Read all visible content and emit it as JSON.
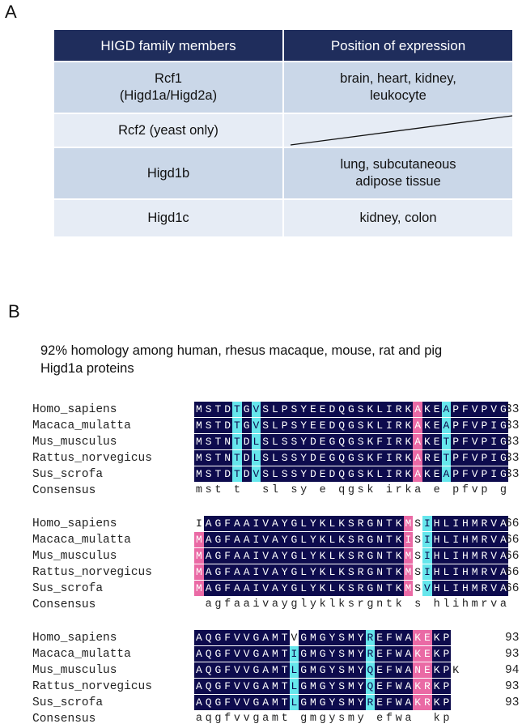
{
  "panel_a_label": "A",
  "panel_b_label": "B",
  "table": {
    "headers": [
      "HIGD family members",
      "Position of expression"
    ],
    "rows": [
      {
        "member": [
          "Rcf1",
          "(Higd1a/Higd2a)"
        ],
        "expression": [
          "brain, heart, kidney,",
          "leukocyte"
        ]
      },
      {
        "member": [
          "Rcf2 (yeast only)"
        ],
        "expression": []
      },
      {
        "member": [
          "Higd1b"
        ],
        "expression": [
          "lung, subcutaneous",
          "adipose tissue"
        ]
      },
      {
        "member": [
          "Higd1c"
        ],
        "expression": [
          "kidney, colon"
        ]
      }
    ]
  },
  "homology_text": "92% homology among human, rhesus macaque, mouse, rat and pig Higd1a proteins",
  "alignment": {
    "blocks": [
      {
        "rows": [
          {
            "name": "Homo_sapiens",
            "seq": "MSTDTGVSLPSYEEDQGSKLIRKAKEAPFVPVG",
            "end": "33"
          },
          {
            "name": "Macaca_mulatta",
            "seq": "MSTDTGVSLPSYEEDQGSKLIRKAKEAPFVPIG",
            "end": "33"
          },
          {
            "name": "Mus_musculus",
            "seq": "MSTNTDLSLSSYDEGQGSKFIRKAKETPFVPIG",
            "end": "33"
          },
          {
            "name": "Rattus_norvegicus",
            "seq": "MSTNTDLSLSSYDEGQGSKFIRKARETPFVPIG",
            "end": "33"
          },
          {
            "name": "Sus_scrofa",
            "seq": "MSTDTDVSLSSYDEDQGSKLIRKAKEAPFVPIG",
            "end": "33"
          }
        ],
        "consensus": {
          "name": "Consensus",
          "seq": "mst t  sl sy e qgsk irka e pfvp g"
        }
      },
      {
        "rows": [
          {
            "name": "Homo_sapiens",
            "seq": "IAGFAAIVAYGLYKLKSRGNTKMSIHLIHMRVA",
            "end": "66"
          },
          {
            "name": "Macaca_mulatta",
            "seq": "MAGFAAIVAYGLYKLKSRGNTKISIHLIHMRVA",
            "end": "66"
          },
          {
            "name": "Mus_musculus",
            "seq": "MAGFAAIVAYGLYKLKSRGNTKMSIHLIHMRVA",
            "end": "66"
          },
          {
            "name": "Rattus_norvegicus",
            "seq": "MAGFAAIVAYGLYKLKSRGNTKMSIHLIHMRVA",
            "end": "66"
          },
          {
            "name": "Sus_scrofa",
            "seq": "MAGFAAIVAYGLYKLKSRGNTKMSVHLIHMRVA",
            "end": "66"
          }
        ],
        "consensus": {
          "name": "Consensus",
          "seq": " agfaaivayglyklksrgntk s hlihmrva"
        }
      },
      {
        "rows": [
          {
            "name": "Homo_sapiens",
            "seq": "AQGFVVGAMTVGMGYSMYREFWAKEKP",
            "end": "93"
          },
          {
            "name": "Macaca_mulatta",
            "seq": "AQGFVVGAMTIGMGYSMYREFWAKEKP",
            "end": "93"
          },
          {
            "name": "Mus_musculus",
            "seq": "AQGFVVGAMTLGMGYSMYQEFWANEKPK",
            "end": "94"
          },
          {
            "name": "Rattus_norvegicus",
            "seq": "AQGFVVGAMTLGMGYSMYQEFWAKRKP",
            "end": "93"
          },
          {
            "name": "Sus_scrofa",
            "seq": "AQGFVVGAMTLGMGYSMYREFWAKRKP",
            "end": "93"
          }
        ],
        "consensus": {
          "name": "Consensus",
          "seq": "aqgfvvgamt gmgysmy efwa  kp"
        }
      }
    ],
    "colors": {
      "identical": "#0d0b4d",
      "similar": "#66e6ec",
      "partial": "#ea6aa5"
    },
    "shading": [
      [
        "kkkkckckkkkkkkkkkkkkkkkpkkckkkkkk",
        "kkkkckckkkkkkkkkkkkkkkkpkkckkkkkk",
        "kkkkckckkkkkkkkkkkkkkkkpkkckkkkkk",
        "kkkkckckkkkkkkkkkkkkkkkpkkckkkkkk",
        "kkkkckckkkkkkkkkkkkkkkkpkkckkkkkk"
      ],
      [
        "wkkkkkkkkkkkkkkkkkkkkkpwckkkkkkkk",
        "pkkkkkkkkkkkkkkkkkkkkkpwckkkkkkkk",
        "pkkkkkkkkkkkkkkkkkkkkkpwckkkkkkkk",
        "pkkkkkkkkkkkkkkkkkkkkkpwckkkkkkkk",
        "pkkkkkkkkkkkkkkkkkkkkkpwckkkkkkkk"
      ],
      [
        "kkkkkkkkkkwkkkkkkkckkkkppkk",
        "kkkkkkkkkkckkkkkkkckkkkppkk",
        "kkkkkkkkkkckkkkkkkckkkkppkkw",
        "kkkkkkkkkkckkkkkkkckkkkppkk",
        "kkkkkkkkkkckkkkkkkckkkkppkk"
      ]
    ]
  }
}
